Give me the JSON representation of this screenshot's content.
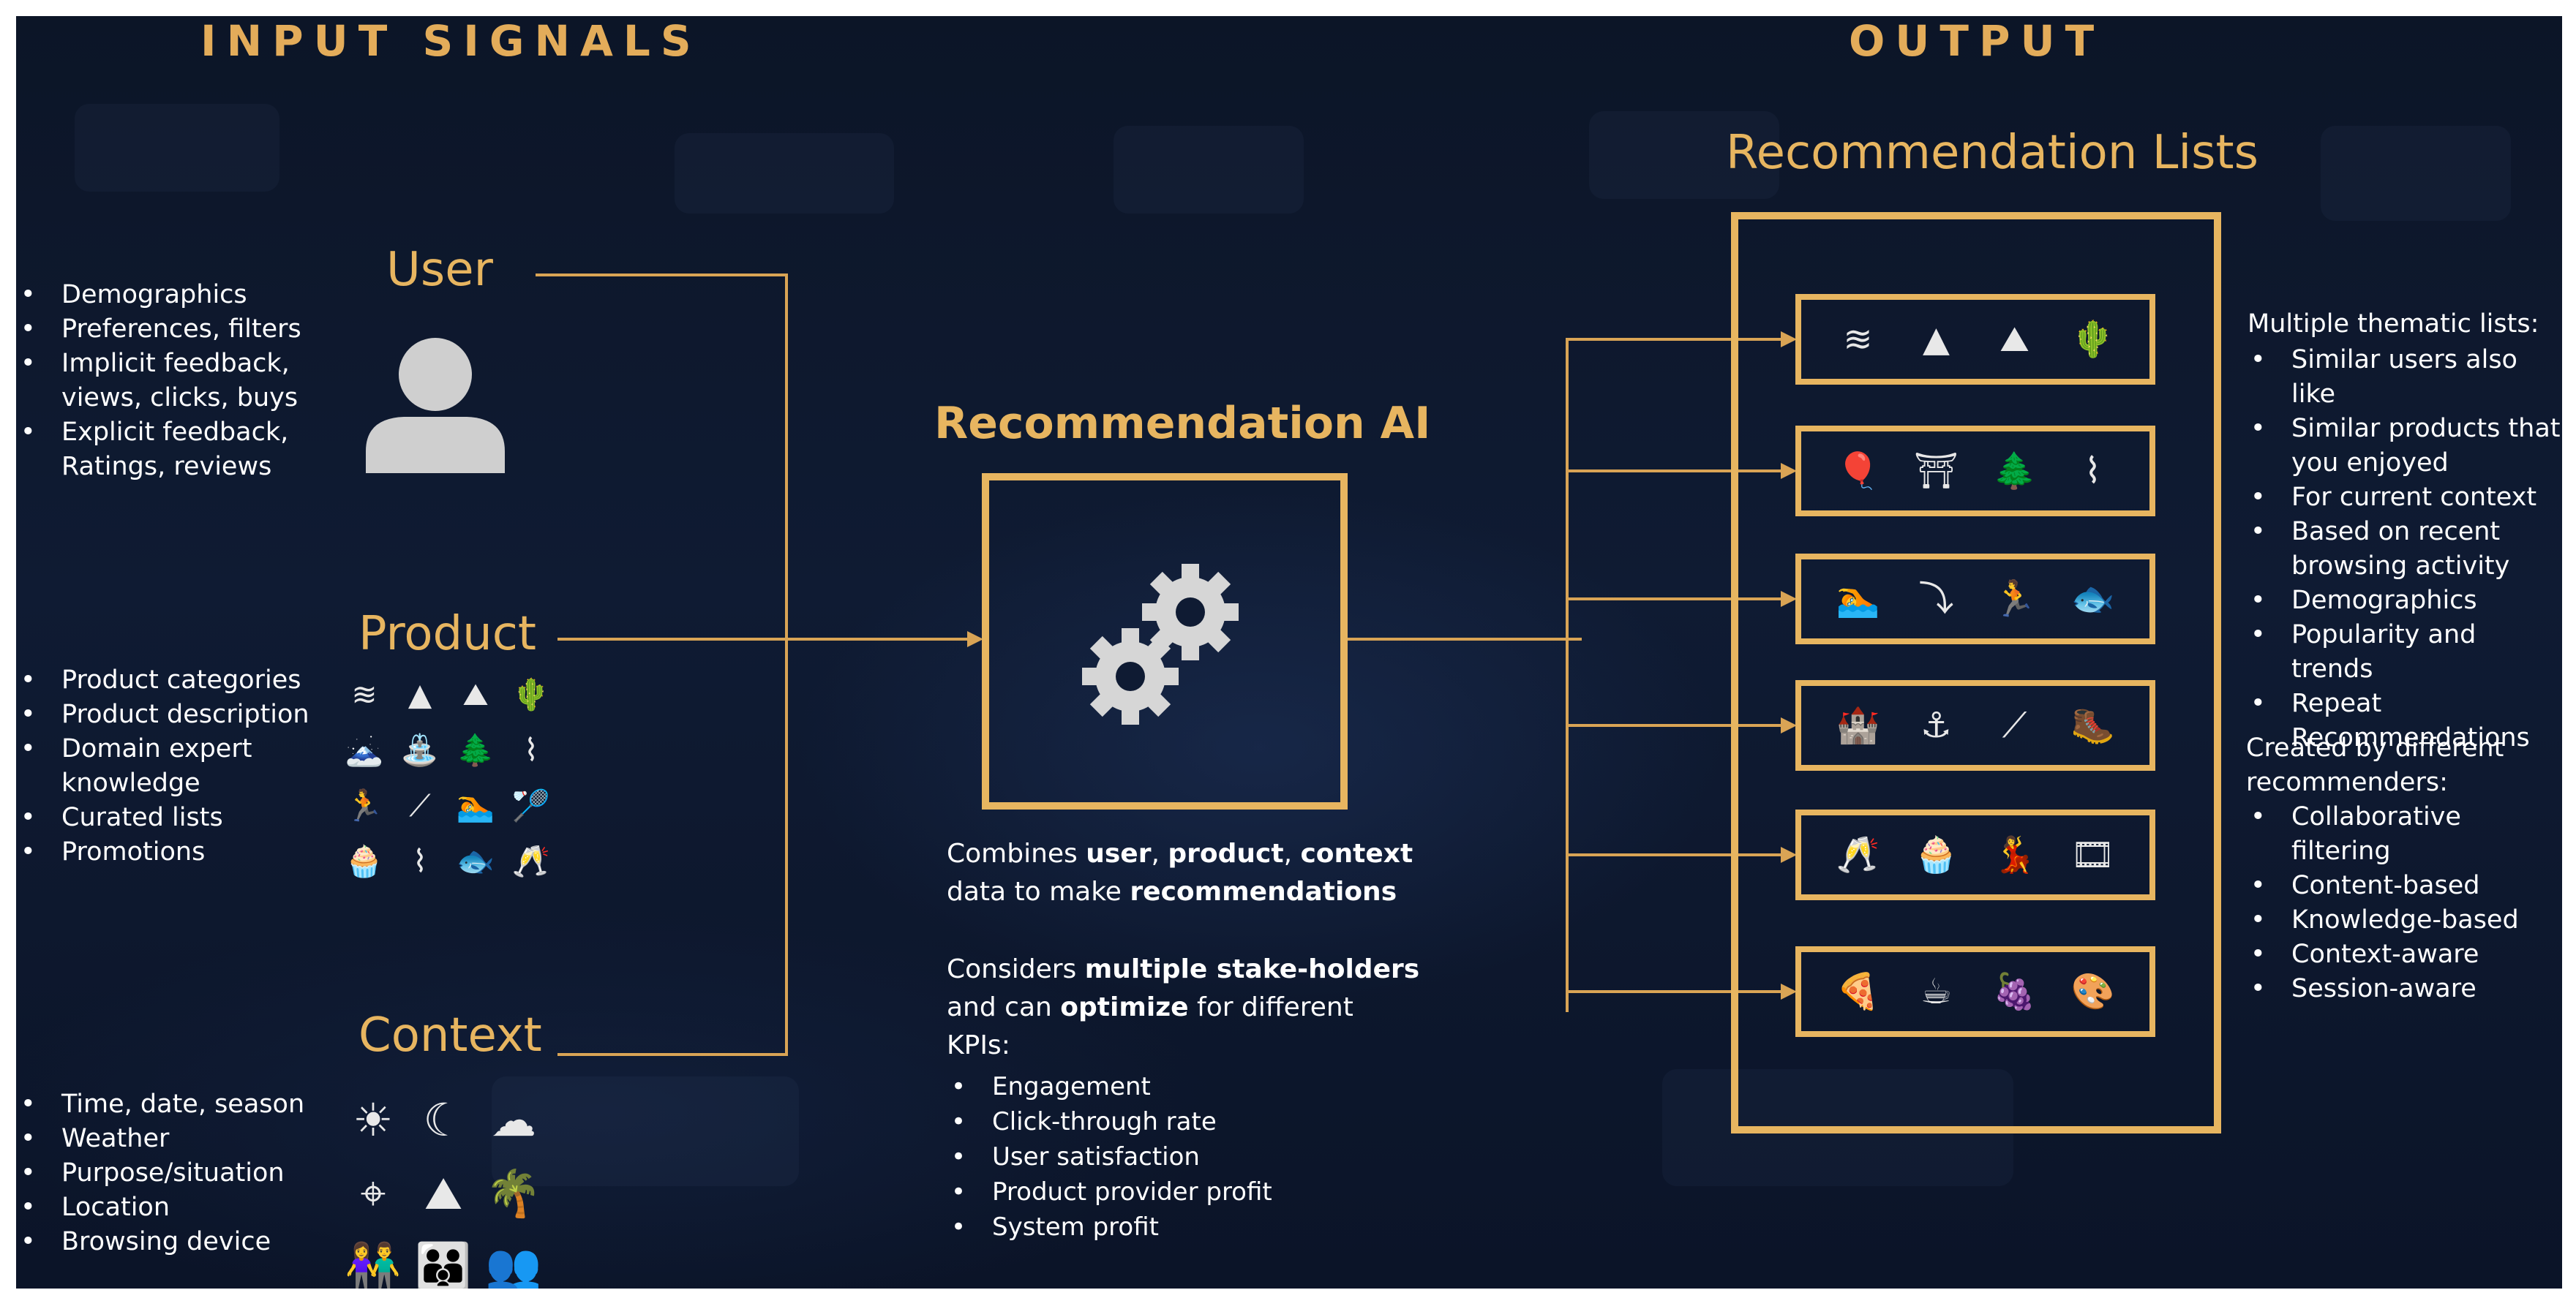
{
  "headings": {
    "input": "INPUT SIGNALS",
    "output": "OUTPUT"
  },
  "user": {
    "label": "User",
    "items": [
      "Demographics",
      "Preferences, filters",
      "Implicit feedback,\nviews, clicks, buys",
      "Explicit feedback,\nRatings, reviews"
    ]
  },
  "product": {
    "label": "Product",
    "items": [
      "Product categories",
      "Product description",
      "Domain expert\nknowledge",
      "Curated lists",
      "Promotions"
    ],
    "icons": [
      "beach-icon",
      "camping-icon",
      "climbing-icon",
      "desert-icon",
      "volcano-icon",
      "waterfall-icon",
      "forest-icon",
      "bridge-icon",
      "tennis-icon",
      "ski-icon",
      "diving-icon",
      "badminton-icon",
      "cupcake-icon",
      "pier-icon",
      "snorkel-icon",
      "champagne-icon"
    ],
    "glyphs": [
      "≋",
      "▲",
      "⛰",
      "🌵",
      "🗻",
      "⛲",
      "🌲",
      "⌇",
      "🏃",
      "⟋",
      "🏊",
      "🏸",
      "🧁",
      "⌇",
      "🐟",
      "🥂"
    ]
  },
  "context": {
    "label": "Context",
    "items": [
      "Time, date, season",
      "Weather",
      "Purpose/situation",
      "Location",
      "Browsing device"
    ],
    "icons": [
      "sun-icon",
      "moon-icon",
      "rain-cloud-icon",
      "map-icon",
      "mountain-icon",
      "palm-island-icon",
      "couple-icon",
      "family-icon",
      "group-icon"
    ],
    "glyphs": [
      "☀",
      "☾",
      "☁",
      "⌖",
      "⛰",
      "🌴",
      "👫",
      "👪",
      "👥"
    ]
  },
  "ai": {
    "title": "Recommendation AI",
    "desc1": {
      "pre": "Combines ",
      "b1": "user",
      "s1": ", ",
      "b2": "product",
      "s2": ", ",
      "b3": "context",
      "line2pre": "data to make ",
      "b4": "recommendations"
    },
    "desc2": {
      "pre": "Considers ",
      "b1": "multiple stake-holders",
      "line2pre": "and can ",
      "b2": "optimize",
      "line2post": " for different",
      "line3": "KPIs:"
    },
    "kpis": [
      "Engagement",
      "Click-through rate",
      "User satisfaction",
      "Product provider profit",
      "System profit"
    ]
  },
  "output": {
    "title": "Recommendation Lists",
    "rows": [
      [
        "sunset-icon",
        "tent-icon",
        "rock-climb-icon",
        "cactus-icon"
      ],
      [
        "balloon-icon",
        "monument-icon",
        "trees-icon",
        "bridge-icon"
      ],
      [
        "swim-icon",
        "dive-icon",
        "hike-icon",
        "snorkel-icon"
      ],
      [
        "castle-icon",
        "anchor-icon",
        "ski-icon",
        "backpacker-icon"
      ],
      [
        "champagne-icon",
        "cupcake-icon",
        "dance-icon",
        "film-icon"
      ],
      [
        "pizza-icon",
        "coffee-icon",
        "grapes-icon",
        "palette-icon"
      ]
    ],
    "glyphs": [
      [
        "≋",
        "▲",
        "⛰",
        "🌵"
      ],
      [
        "🎈",
        "⛩",
        "🌲",
        "⌇"
      ],
      [
        "🏊",
        "⤵",
        "🏃",
        "🐟"
      ],
      [
        "🏰",
        "⚓",
        "⟋",
        "🥾"
      ],
      [
        "🥂",
        "🧁",
        "💃",
        "🎞"
      ],
      [
        "🍕",
        "☕",
        "🍇",
        "🎨"
      ]
    ],
    "thematic_title": "Multiple thematic lists:",
    "thematic": [
      "Similar users also like",
      "Similar products that\nyou enjoyed",
      "For current context",
      "Based on recent\nbrowsing activity",
      "Demographics",
      "Popularity and trends",
      "Repeat\nRecommendations"
    ],
    "created_title": "Created by different\nrecommenders:",
    "created": [
      "Collaborative filtering",
      "Content-based",
      "Knowledge-based",
      "Context-aware",
      "Session-aware"
    ]
  }
}
